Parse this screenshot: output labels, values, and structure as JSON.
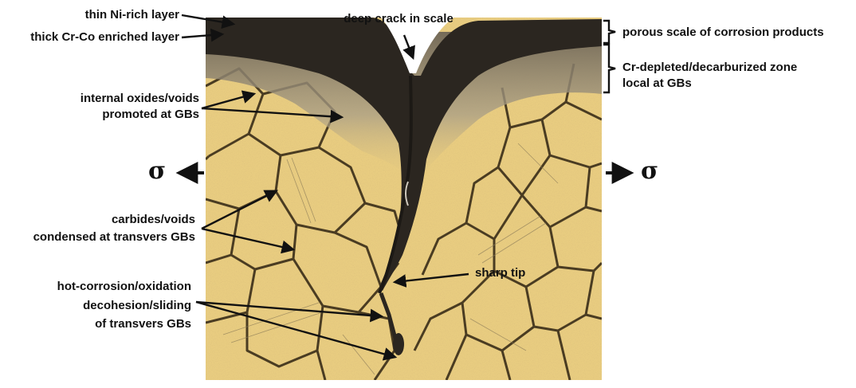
{
  "labels": {
    "thin_ni": "thin Ni-rich layer",
    "thick_crco": "thick Cr-Co enriched layer",
    "deep_crack": "deep crack in scale",
    "porous_scale": "porous scale of corrosion products",
    "cr_depleted_1": "Cr-depleted/decarburized zone",
    "cr_depleted_2": "local at GBs",
    "internal_oxides_1": "internal oxides/voids",
    "internal_oxides_2": "promoted at GBs",
    "carbides_1": "carbides/voids",
    "carbides_2": "condensed at transvers GBs",
    "sharp_tip": "sharp tip",
    "hot_corrosion_1": "hot-corrosion/oxidation",
    "hot_corrosion_2": "decohesion/sliding",
    "hot_corrosion_3": "of transvers GBs",
    "sigma_left": "σ",
    "sigma_right": "σ"
  },
  "colors": {
    "grain": "#e8cc80",
    "grain_speckle": "#c9993d",
    "boundary": "#4a3c22",
    "scale_dark": "#2b2620",
    "depleted_zone": "#b7ad95",
    "arrow": "#111111"
  }
}
